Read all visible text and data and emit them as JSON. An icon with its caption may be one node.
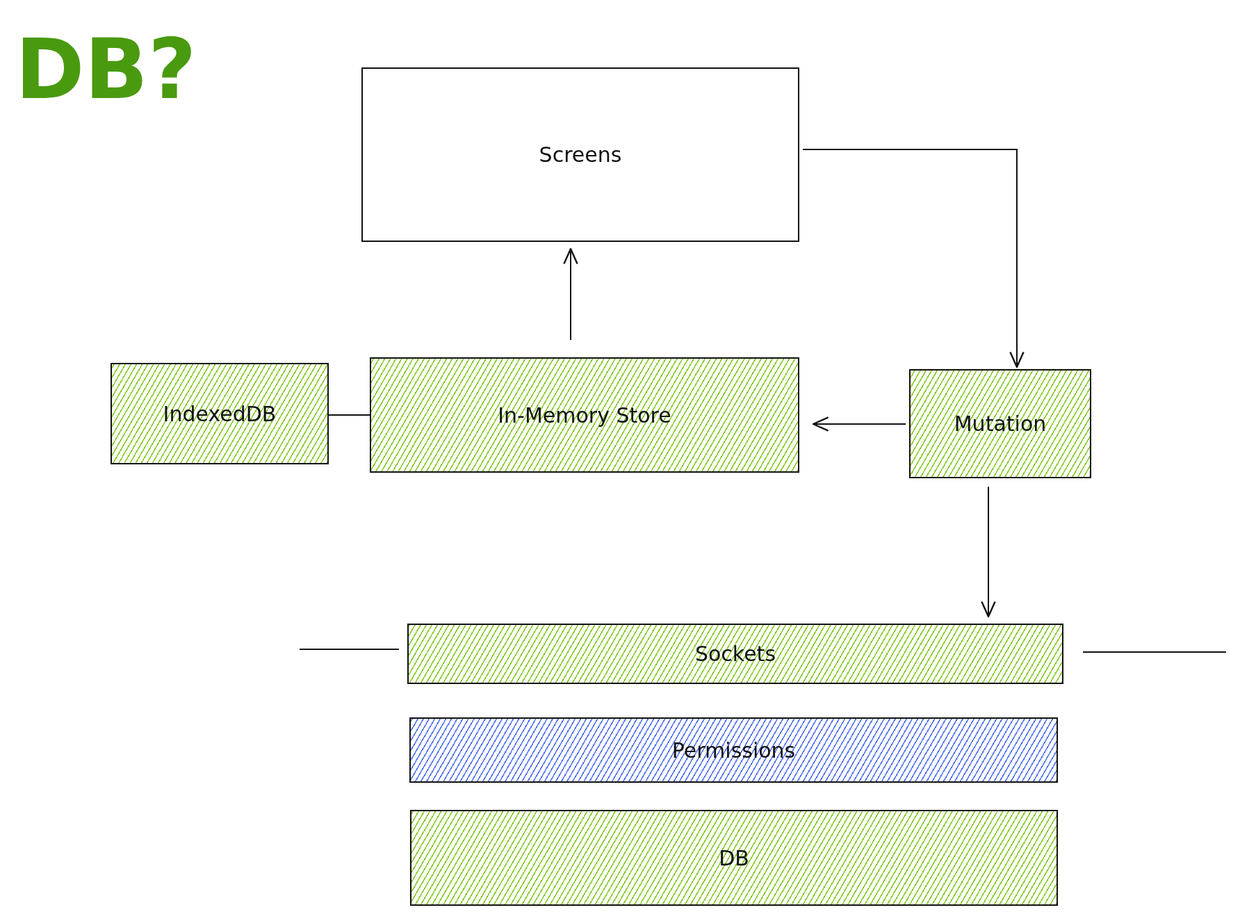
{
  "diagram": {
    "nodes": [
      {
        "text": [
          "Screens"
        ]
      },
      {
        "text": [
          "IndexedDB"
        ]
      },
      {
        "text": [
          "In-Memory Store"
        ]
      },
      {
        "text": [
          "Mutation"
        ]
      },
      {
        "text": [
          "Sockets"
        ]
      },
      {
        "text": [
          "Permissions"
        ]
      },
      {
        "text": [
          "DB"
        ]
      }
    ],
    "edges": [
      {
        "from": 2,
        "to": 0,
        "arrow": "to"
      },
      {
        "from": 0,
        "to": 3,
        "arrow": "to"
      },
      {
        "from": 3,
        "to": 2,
        "arrow": "to"
      },
      {
        "from": 1,
        "to": 2,
        "arrow": "none"
      },
      {
        "from": 3,
        "to": 4,
        "arrow": "to"
      },
      {
        "from": null,
        "to": 4,
        "arrow": "none"
      },
      {
        "from": 4,
        "to": null,
        "arrow": "none"
      }
    ],
    "labels": [
      "DB?"
    ]
  }
}
